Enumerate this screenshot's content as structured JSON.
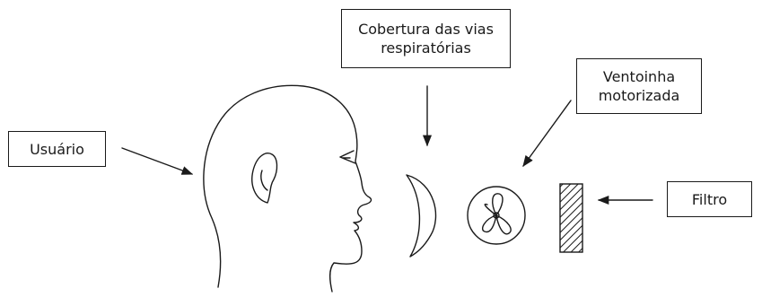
{
  "labels": {
    "usuario": "Usuário",
    "cobertura_line1": "Cobertura das vias",
    "cobertura_line2": "respiratórias",
    "ventoinha_line1": "Ventoinha",
    "ventoinha_line2": "motorizada",
    "filtro": "Filtro"
  },
  "icons": [
    "head-icon",
    "face-cover-icon",
    "fan-icon",
    "filter-icon",
    "arrow-icon"
  ],
  "colors": {
    "line": "#1a1a1a",
    "background": "#ffffff"
  }
}
